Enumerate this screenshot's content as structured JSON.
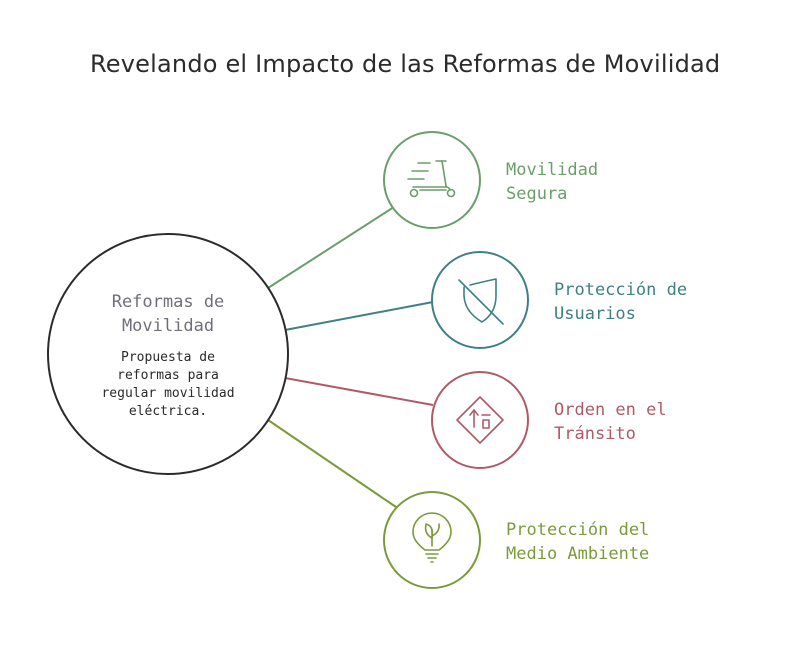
{
  "title": "Revelando el Impacto de las Reformas de Movilidad",
  "center": {
    "title": "Reformas de\nMovilidad",
    "description": "Propuesta de\nreformas para\nregular movilidad\neléctrica."
  },
  "branches": [
    {
      "label": "Movilidad\nSegura",
      "color": "#6a9e6a",
      "icon": "scooter-icon"
    },
    {
      "label": "Protección de\nUsuarios",
      "color": "#3f7f86",
      "icon": "shield-off-icon"
    },
    {
      "label": "Orden en el\nTránsito",
      "color": "#b05a68",
      "icon": "traffic-sign-icon"
    },
    {
      "label": "Protección del\nMedio Ambiente",
      "color": "#7c9a3a",
      "icon": "eco-bulb-icon"
    }
  ]
}
